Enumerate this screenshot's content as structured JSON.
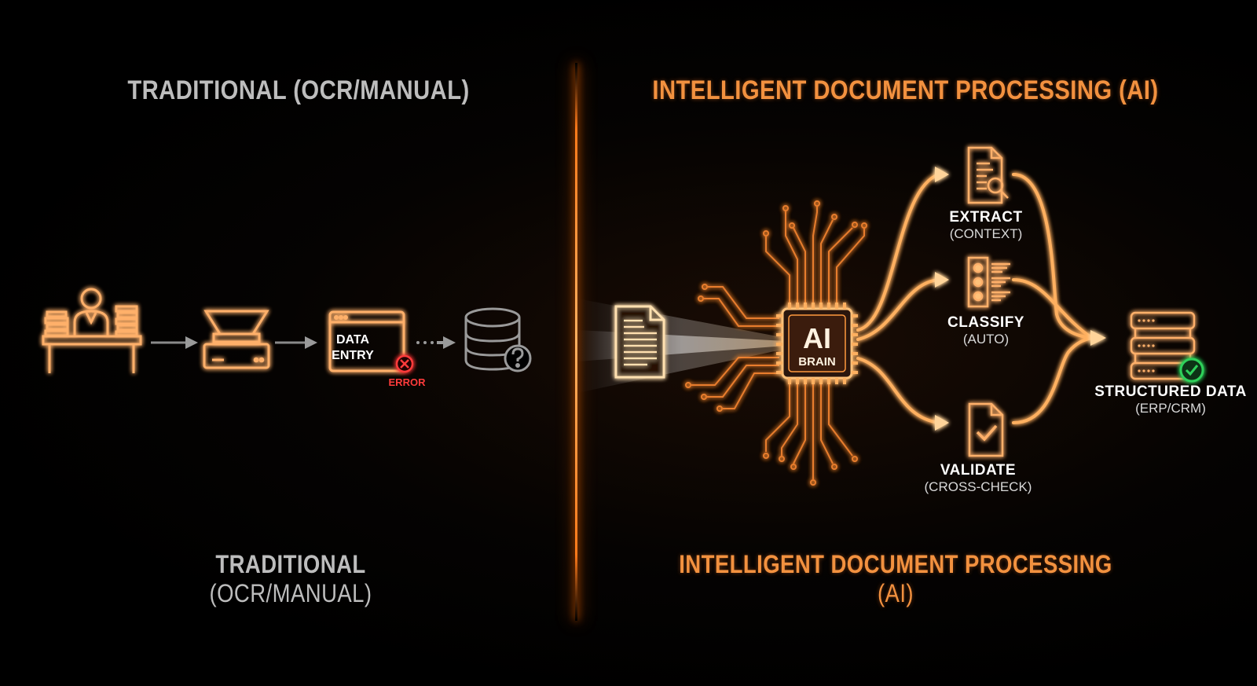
{
  "left_section": {
    "title": "TRADITIONAL (OCR/MANUAL)",
    "footer_title": "TRADITIONAL",
    "footer_subtitle": "(OCR/MANUAL)",
    "title_color": "#bdbdbd",
    "steps": [
      {
        "icon": "worker-desk-icon"
      },
      {
        "icon": "scanner-icon"
      },
      {
        "icon": "data-entry-window-icon",
        "label_line1": "DATA",
        "label_line2": "ENTRY",
        "badge": "error-x-icon",
        "badge_label": "ERROR"
      },
      {
        "icon": "database-question-icon"
      }
    ]
  },
  "right_section": {
    "title": "INTELLIGENT DOCUMENT PROCESSING (AI)",
    "footer_title": "INTELLIGENT DOCUMENT PROCESSING",
    "footer_subtitle": "(AI)",
    "accent_color": "#f2913f",
    "input_icon": "document-icon",
    "chip": {
      "line1": "AI",
      "line2": "BRAIN"
    },
    "branches": [
      {
        "icon": "document-search-icon",
        "label": "EXTRACT",
        "sub": "(CONTEXT)"
      },
      {
        "icon": "classify-list-icon",
        "label": "CLASSIFY",
        "sub": "(AUTO)"
      },
      {
        "icon": "document-check-icon",
        "label": "VALIDATE",
        "sub": "(CROSS-CHECK)"
      }
    ],
    "output": {
      "icon": "database-server-check-icon",
      "label": "STRUCTURED DATA",
      "sub": "(ERP/CRM)",
      "check_color": "#2fd15a"
    }
  },
  "colors": {
    "background": "#000000",
    "glow": "#ff7a1a",
    "error": "#ff3b3b",
    "neutral_arrow": "#9a9a9a"
  }
}
